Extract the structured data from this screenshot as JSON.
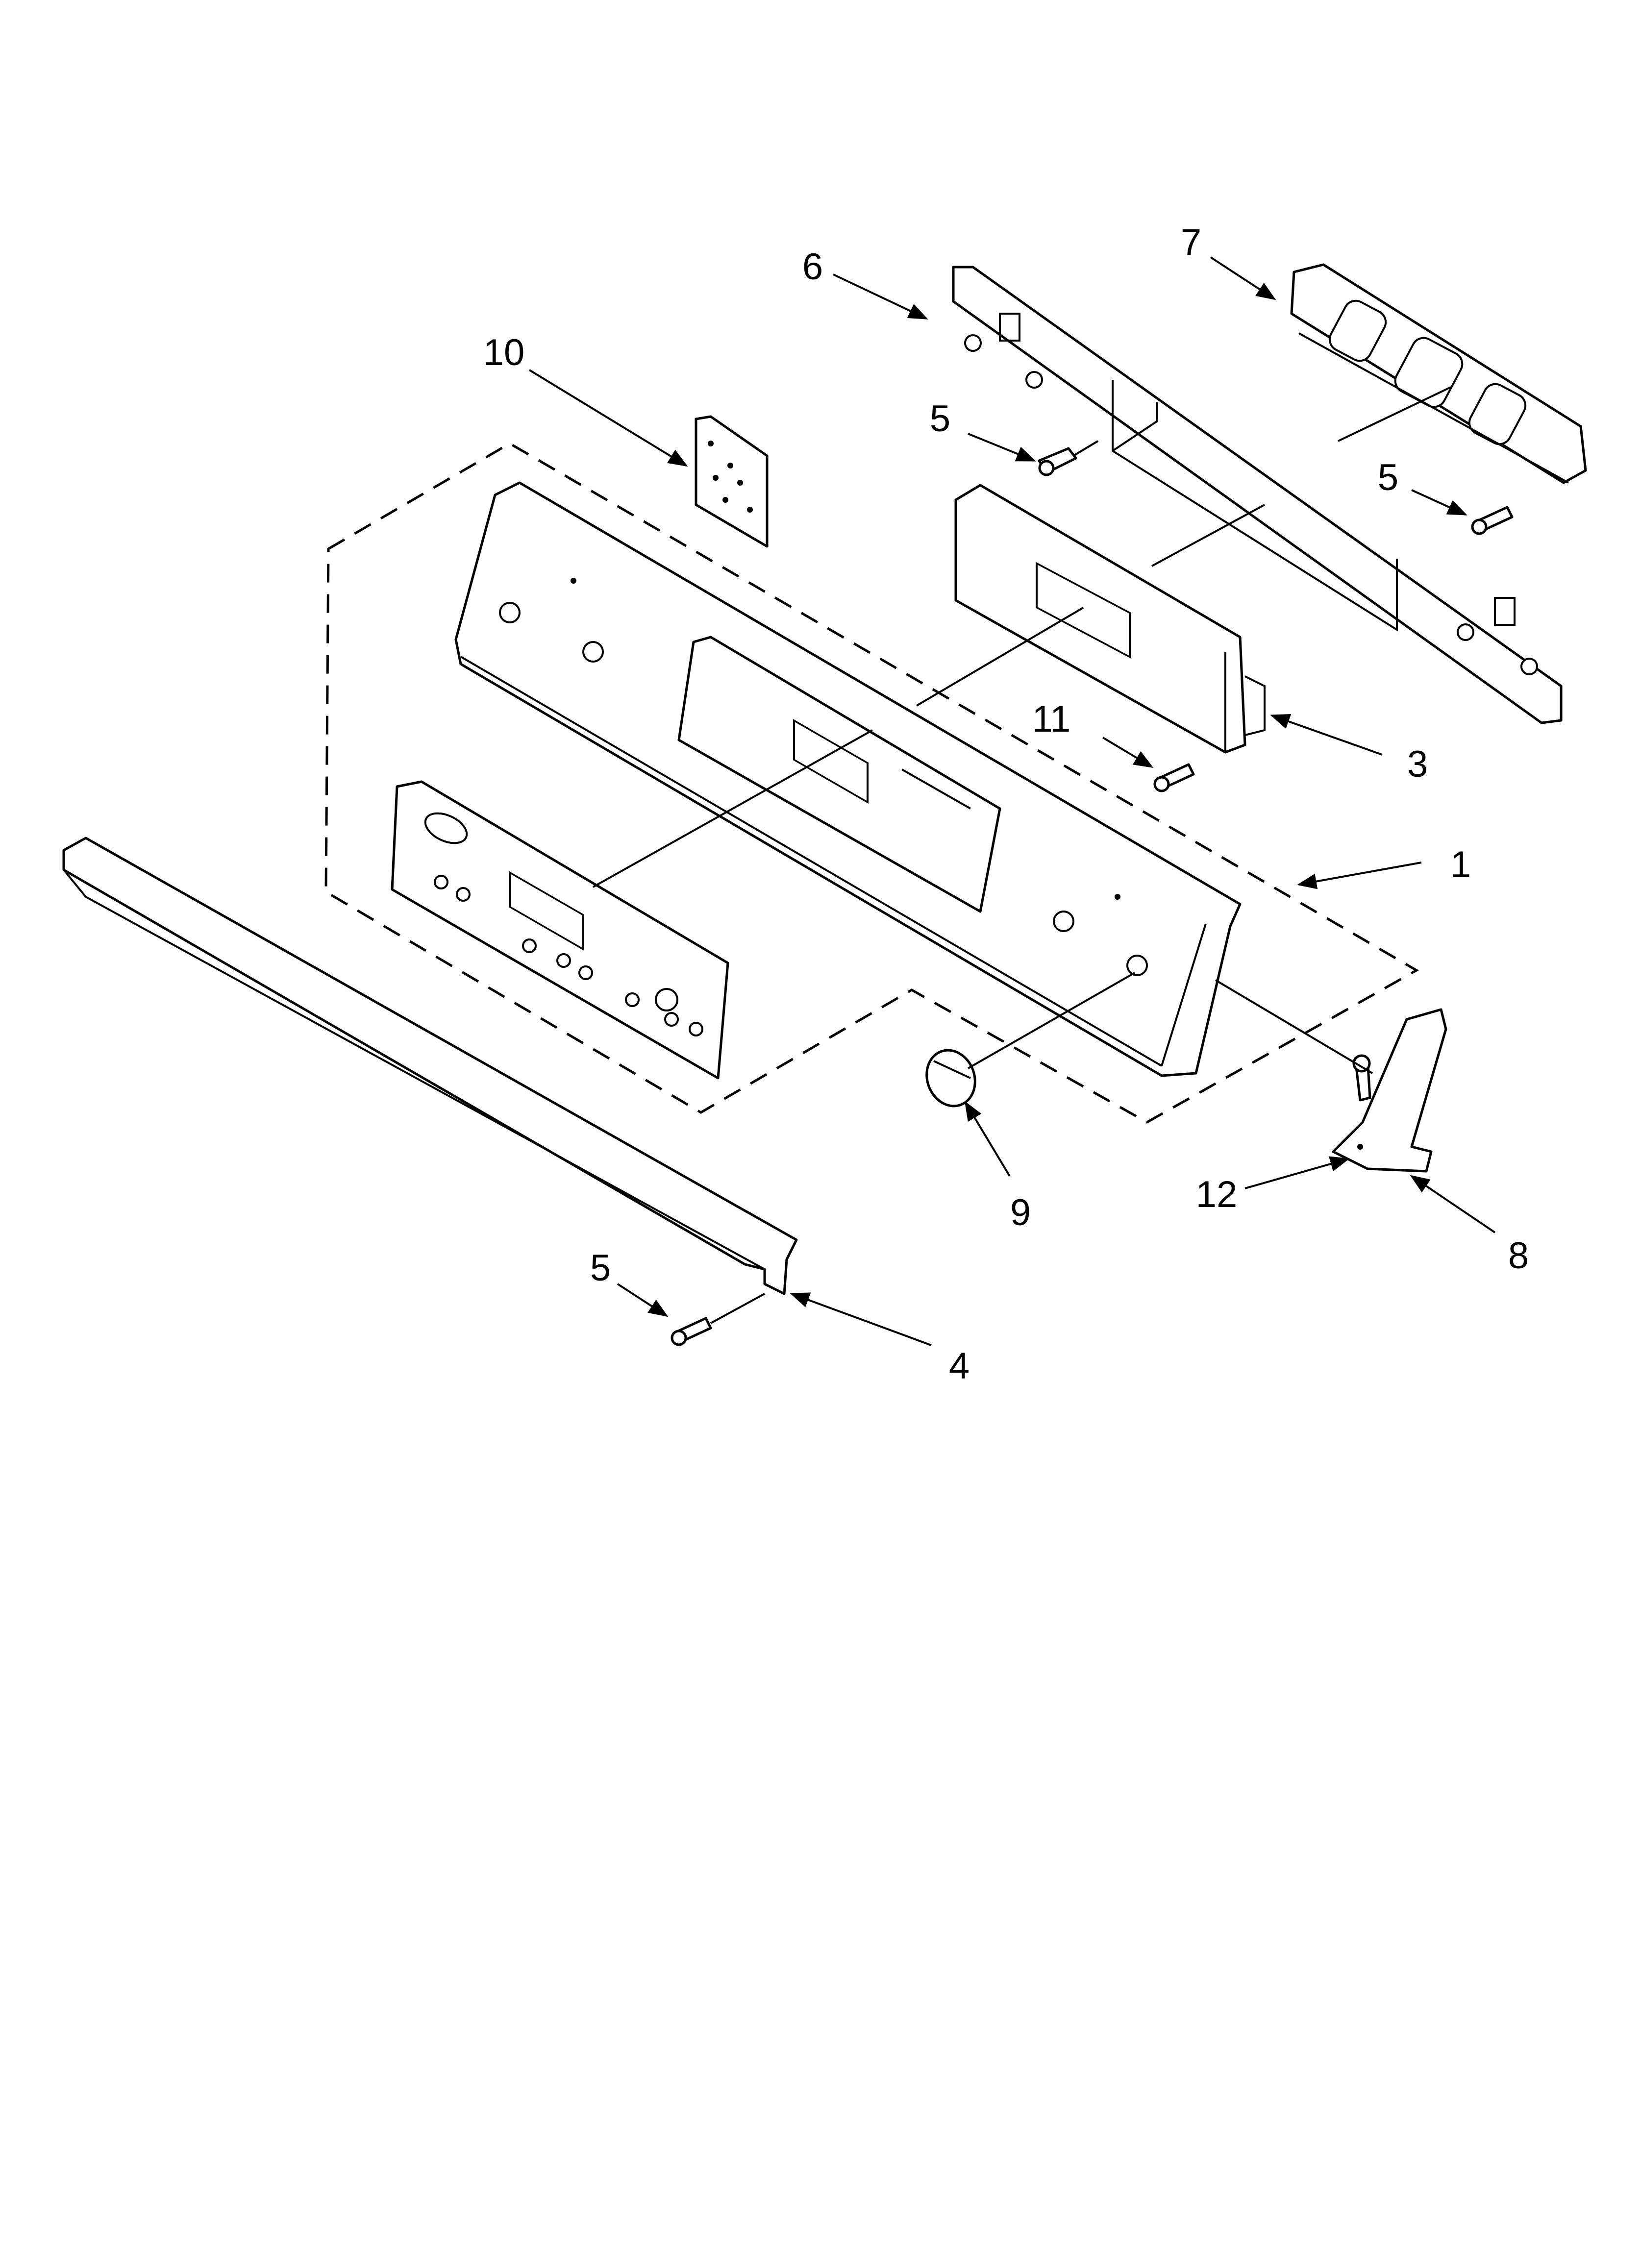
{
  "diagram": {
    "callouts": [
      {
        "id": "callout-1",
        "text": "1"
      },
      {
        "id": "callout-3",
        "text": "3"
      },
      {
        "id": "callout-4",
        "text": "4"
      },
      {
        "id": "callout-5-top-left",
        "text": "5"
      },
      {
        "id": "callout-5-top-right",
        "text": "5"
      },
      {
        "id": "callout-5-bottom",
        "text": "5"
      },
      {
        "id": "callout-6",
        "text": "6"
      },
      {
        "id": "callout-7",
        "text": "7"
      },
      {
        "id": "callout-8",
        "text": "8"
      },
      {
        "id": "callout-9",
        "text": "9"
      },
      {
        "id": "callout-10",
        "text": "10"
      },
      {
        "id": "callout-11",
        "text": "11"
      },
      {
        "id": "callout-12",
        "text": "12"
      }
    ]
  }
}
